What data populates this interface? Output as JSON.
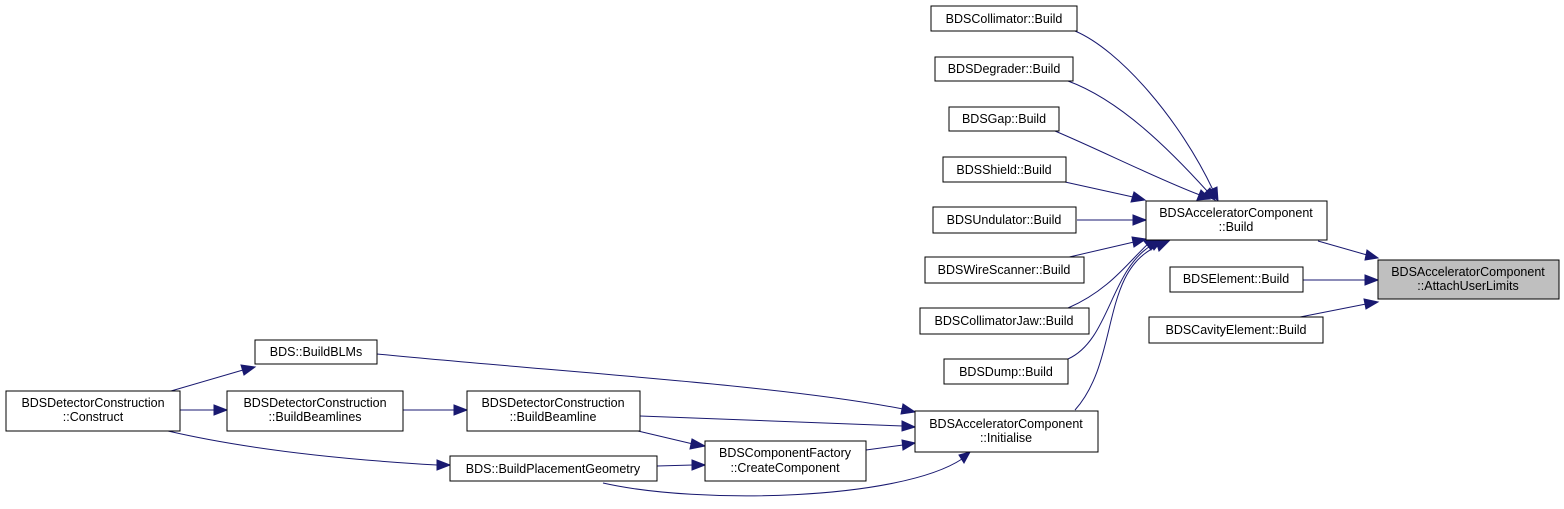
{
  "nodes": {
    "attach_user_limits": {
      "line1": "BDSAcceleratorComponent",
      "line2": "::AttachUserLimits"
    },
    "accel_build": {
      "line1": "BDSAcceleratorComponent",
      "line2": "::Build"
    },
    "element_build": {
      "label": "BDSElement::Build"
    },
    "cavity_build": {
      "label": "BDSCavityElement::Build"
    },
    "collimator_build": {
      "label": "BDSCollimator::Build"
    },
    "degrader_build": {
      "label": "BDSDegrader::Build"
    },
    "gap_build": {
      "label": "BDSGap::Build"
    },
    "shield_build": {
      "label": "BDSShield::Build"
    },
    "undulator_build": {
      "label": "BDSUndulator::Build"
    },
    "wirescanner_build": {
      "label": "BDSWireScanner::Build"
    },
    "collimatorjaw_build": {
      "label": "BDSCollimatorJaw::Build"
    },
    "dump_build": {
      "label": "BDSDump::Build"
    },
    "accel_initialise": {
      "line1": "BDSAcceleratorComponent",
      "line2": "::Initialise"
    },
    "build_blms": {
      "label": "BDS::BuildBLMs"
    },
    "detector_construct": {
      "line1": "BDSDetectorConstruction",
      "line2": "::Construct"
    },
    "detector_buildbeamlines": {
      "line1": "BDSDetectorConstruction",
      "line2": "::BuildBeamlines"
    },
    "detector_buildbeamline": {
      "line1": "BDSDetectorConstruction",
      "line2": "::BuildBeamline"
    },
    "factory_createcomponent": {
      "line1": "BDSComponentFactory",
      "line2": "::CreateComponent"
    },
    "build_placement_geometry": {
      "label": "BDS::BuildPlacementGeometry"
    }
  },
  "colors": {
    "edge": "#191970",
    "highlight_fill": "#bfbfbf",
    "node_border": "#000000"
  }
}
